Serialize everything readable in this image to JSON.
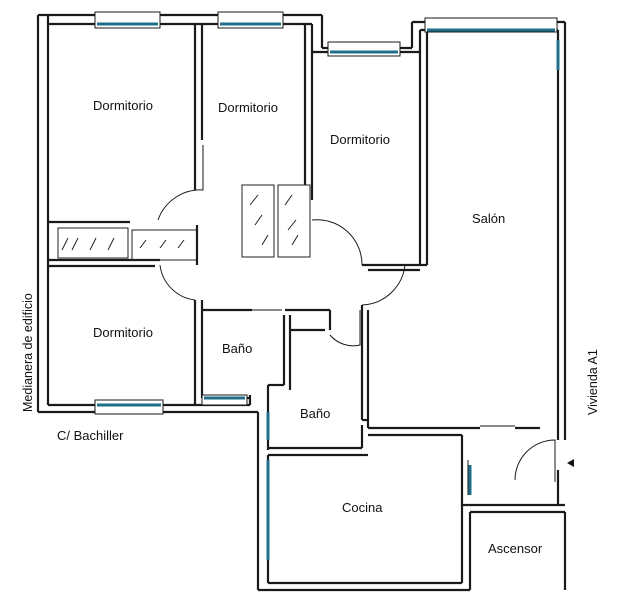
{
  "rooms": {
    "dormitorio_1": "Dormitorio",
    "dormitorio_2": "Dormitorio",
    "dormitorio_3": "Dormitorio",
    "dormitorio_4": "Dormitorio",
    "salon": "Salón",
    "bano_1": "Baño",
    "bano_2": "Baño",
    "cocina": "Cocina"
  },
  "labels": {
    "ascensor": "Ascensor",
    "calle": "C/ Bachiller",
    "medianera": "Medianera de edificio",
    "vivienda": "Vivienda A1"
  },
  "colors": {
    "wall": "#1a1a1a",
    "window": "#1f6f8b",
    "background": "#ffffff"
  }
}
